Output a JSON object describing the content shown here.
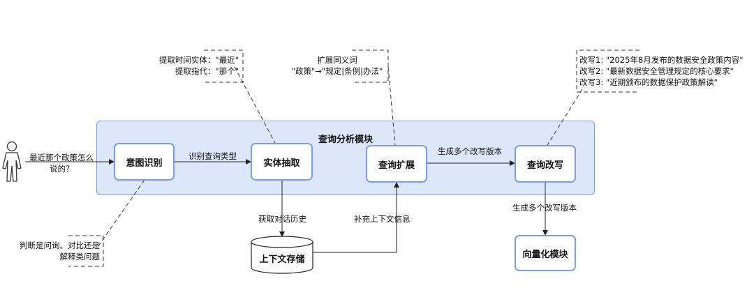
{
  "module": {
    "title": "查询分析模块"
  },
  "nodes": {
    "intent": "意图识别",
    "entity": "实体抽取",
    "expand": "查询扩展",
    "rewrite": "查询改写",
    "vector": "向量化模块",
    "store": "上下文存储"
  },
  "user": {
    "query_line1": "最近那个政策怎么",
    "query_line2": "说的？"
  },
  "edges": {
    "intent_to_entity": "识别查询类型",
    "expand_to_rewrite": "生成多个改写版本",
    "rewrite_to_vector": "生成多个改写版本",
    "entity_to_store": "获取对话历史",
    "store_to_expand": "补充上下文信息"
  },
  "notes": {
    "entity": [
      "提取时间实体：\"最近\"",
      "提取指代：\"那个\""
    ],
    "expand": [
      "扩展同义词",
      "\"政策\"→\"规定|条例|办法\""
    ],
    "rewrite": [
      "改写1: \"2025年8月发布的数据安全政策内容\"",
      "改写2: \"最新数据安全管理规定的核心要求\"",
      "改写3: \"近期颁布的数据保护政策解读\""
    ],
    "intent": [
      "判断是问询、对比还是",
      "解释类问题"
    ]
  }
}
